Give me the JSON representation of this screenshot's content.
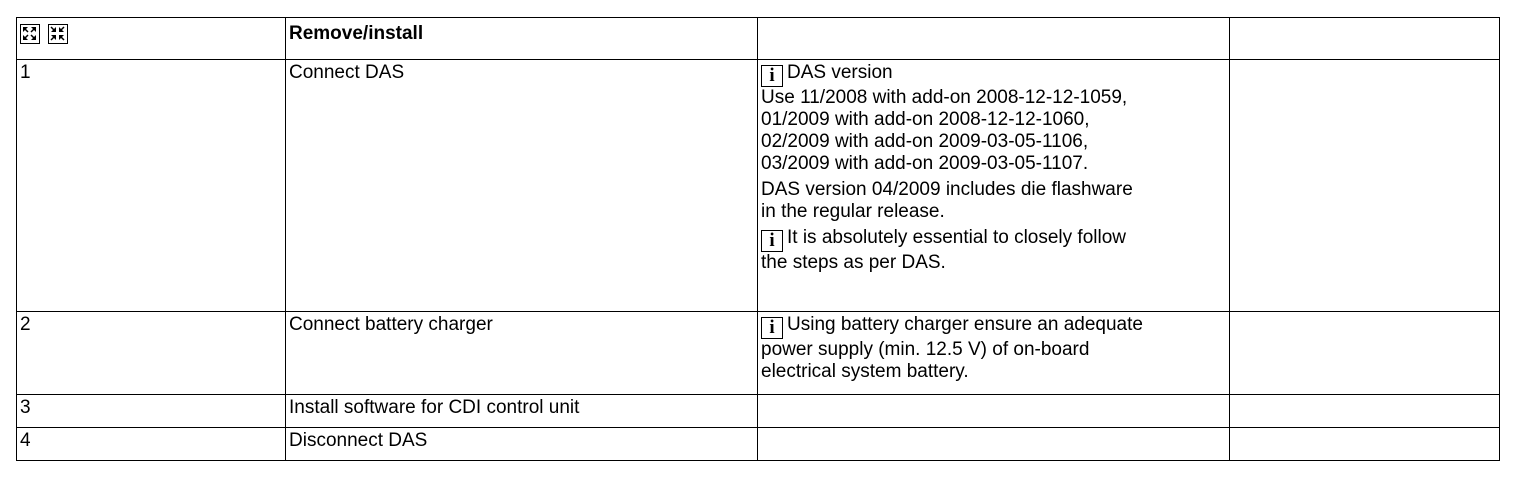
{
  "table": {
    "header": {
      "icons": [
        "expand-icon",
        "collapse-icon"
      ],
      "title": "Remove/install"
    },
    "rows": [
      {
        "step": "1",
        "action": "Connect DAS",
        "notes": {
          "n1_title": "DAS version",
          "n1_l1": "Use 11/2008 with add-on 2008-12-12-1059,",
          "n1_l2": "01/2009 with add-on 2008-12-12-1060,",
          "n1_l3": "02/2009 with add-on 2009-03-05-1106,",
          "n1_l4": "03/2009 with add-on 2009-03-05-1107.",
          "n2_l1": "DAS version 04/2009 includes die flashware",
          "n2_l2": "in the regular release.",
          "n3_l1": "It is absolutely essential to closely follow",
          "n3_l2": "the steps as per DAS."
        }
      },
      {
        "step": "2",
        "action": "Connect battery charger",
        "notes": {
          "n1_l1": "Using battery charger ensure an adequate",
          "n1_l2": "power supply (min. 12.5 V) of on-board",
          "n1_l3": "electrical system battery."
        }
      },
      {
        "step": "3",
        "action": "Install software for CDI control unit"
      },
      {
        "step": "4",
        "action": "Disconnect DAS"
      }
    ],
    "info_icon_glyph": "i"
  }
}
